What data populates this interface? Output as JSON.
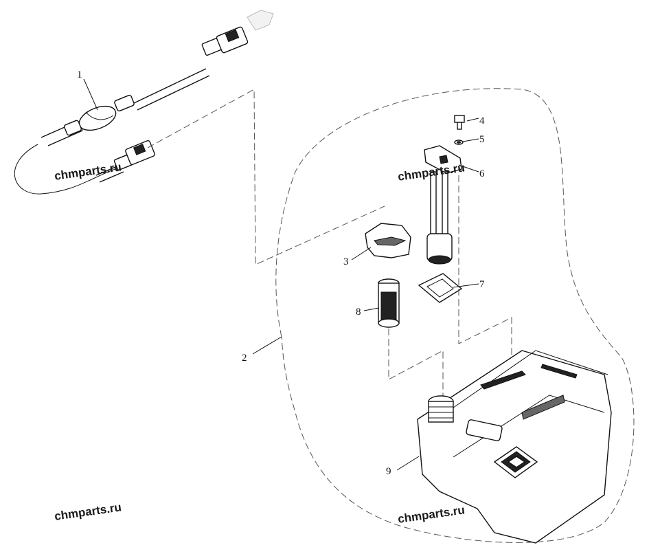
{
  "callouts": [
    {
      "id": "1",
      "label": "1"
    },
    {
      "id": "2",
      "label": "2"
    },
    {
      "id": "3",
      "label": "3"
    },
    {
      "id": "4",
      "label": "4"
    },
    {
      "id": "5",
      "label": "5"
    },
    {
      "id": "6",
      "label": "6"
    },
    {
      "id": "7",
      "label": "7"
    },
    {
      "id": "8",
      "label": "8"
    },
    {
      "id": "9",
      "label": "9"
    }
  ],
  "watermarks": [
    "chmparts.ru",
    "chmparts.ru",
    "chmparts.ru",
    "chmparts.ru"
  ]
}
